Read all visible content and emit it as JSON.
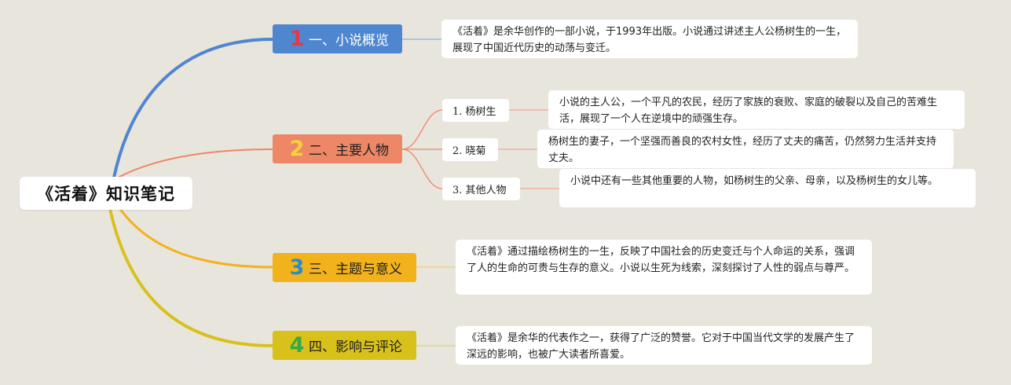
{
  "root": {
    "title": "《活着》知识笔记"
  },
  "colors": {
    "background": "#e8e5dd",
    "branch1": "#4f86d0",
    "branch2": "#ee8765",
    "branch3": "#f2b21c",
    "branch4": "#d8c11b",
    "num1": "#e3394a",
    "num2": "#f4d23c",
    "num3": "#2b8cc9",
    "num4": "#36a845"
  },
  "branches": [
    {
      "number": "1",
      "label": "一、小说概览",
      "note": "《活着》是余华创作的一部小说，于1993年出版。小说通过讲述主人公杨树生的一生，展现了中国近代历史的动荡与变迁。"
    },
    {
      "number": "2",
      "label": "二、主要人物",
      "children": [
        {
          "label": "1. 杨树生",
          "note": "小说的主人公，一个平凡的农民，经历了家族的衰败、家庭的破裂以及自己的苦难生活，展现了一个人在逆境中的顽强生存。"
        },
        {
          "label": "2. 晓菊",
          "note": "杨树生的妻子，一个坚强而善良的农村女性，经历了丈夫的痛苦，仍然努力生活并支持丈夫。"
        },
        {
          "label": "3. 其他人物",
          "note": "小说中还有一些其他重要的人物，如杨树生的父亲、母亲，以及杨树生的女儿等。"
        }
      ]
    },
    {
      "number": "3",
      "label": "三、主题与意义",
      "note": "《活着》通过描绘杨树生的一生，反映了中国社会的历史变迁与个人命运的关系，强调了人的生命的可贵与生存的意义。小说以生死为线索，深刻探讨了人性的弱点与尊严。"
    },
    {
      "number": "4",
      "label": "四、影响与评论",
      "note": "《活着》是余华的代表作之一，获得了广泛的赞誉。它对于中国当代文学的发展产生了深远的影响，也被广大读者所喜爱。"
    }
  ]
}
